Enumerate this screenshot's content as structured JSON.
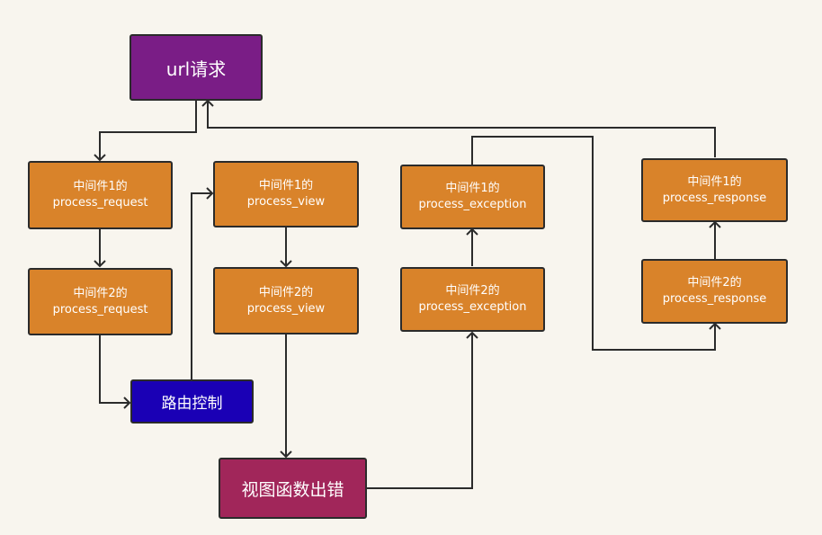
{
  "nodes": {
    "url_request": "url请求",
    "mw1_request": [
      "中间件1的",
      "process_request"
    ],
    "mw2_request": [
      "中间件2的",
      "process_request"
    ],
    "routing": "路由控制",
    "mw1_view": [
      "中间件1的",
      "process_view"
    ],
    "mw2_view": [
      "中间件2的",
      "process_view"
    ],
    "view_error": "视图函数出错",
    "mw1_exception": [
      "中间件1的",
      "process_exception"
    ],
    "mw2_exception": [
      "中间件2的",
      "process_exception"
    ],
    "mw1_response": [
      "中间件1的",
      "process_response"
    ],
    "mw2_response": [
      "中间件2的",
      "process_response"
    ]
  },
  "colors": {
    "middleware": "#d9832a",
    "url_request": "#7a1d86",
    "routing": "#1a00b5",
    "view_error": "#a1265a",
    "arrows": "#2b2b2b",
    "background": "#f8f5ee"
  }
}
